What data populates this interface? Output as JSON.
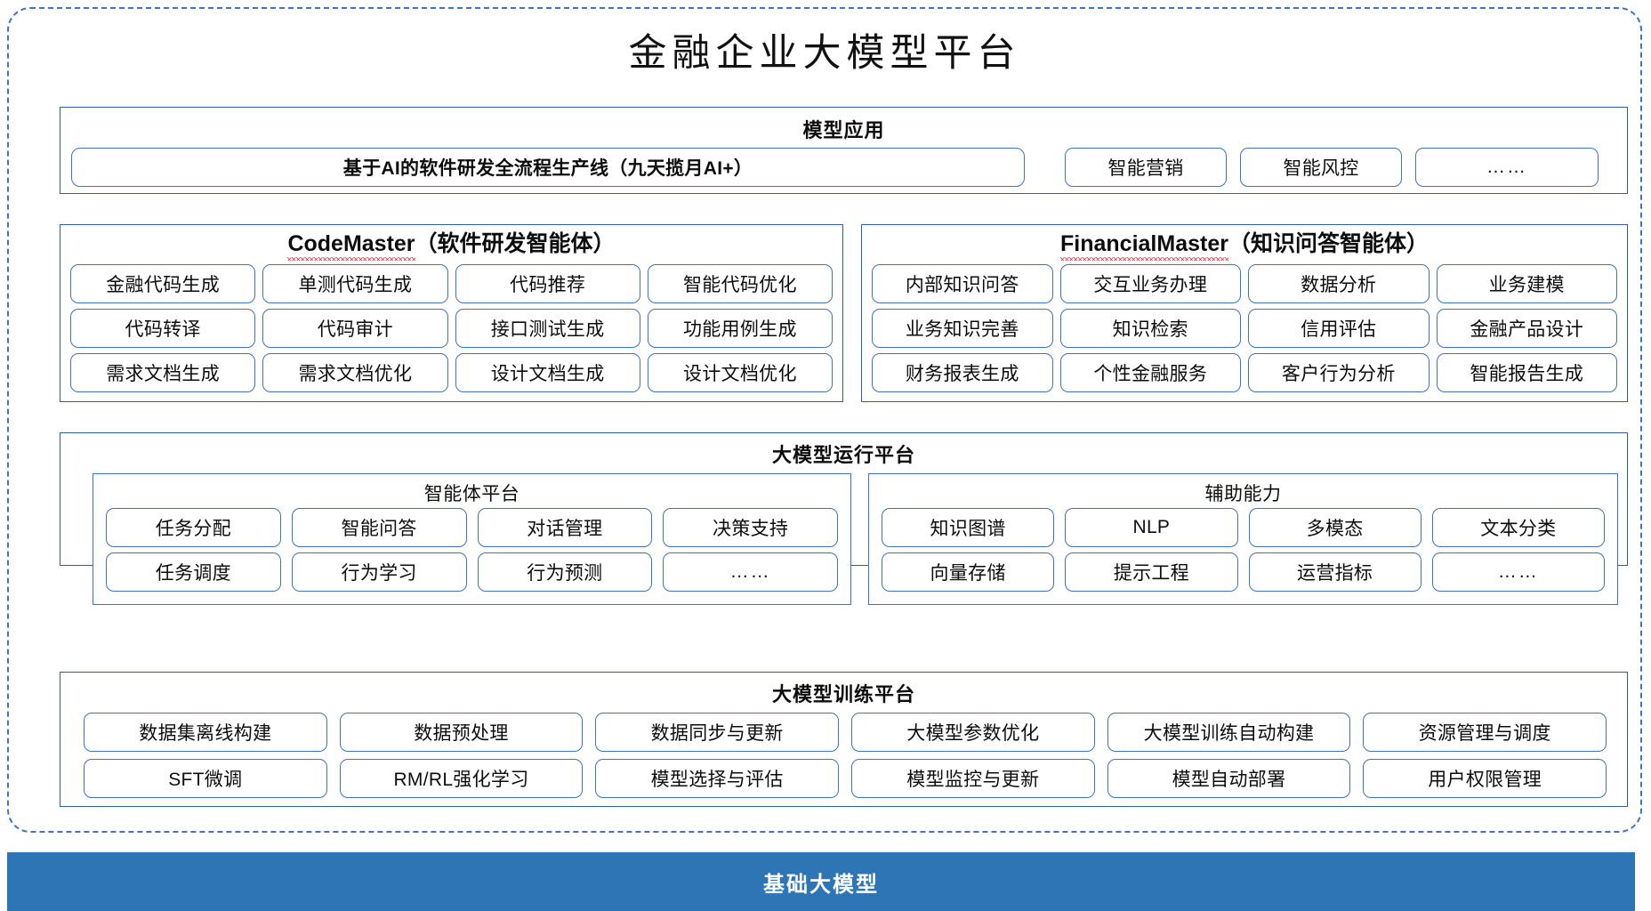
{
  "title": "金融企业大模型平台",
  "sections": {
    "apps": {
      "title": "模型应用",
      "banner": "基于AI的软件研发全流程生产线（九天揽月AI+）",
      "items": [
        "智能营销",
        "智能风控",
        "……"
      ]
    },
    "codemaster": {
      "name": "CodeMaster",
      "suffix": "（软件研发智能体）",
      "items": [
        "金融代码生成",
        "单测代码生成",
        "代码推荐",
        "智能代码优化",
        "代码转译",
        "代码审计",
        "接口测试生成",
        "功能用例生成",
        "需求文档生成",
        "需求文档优化",
        "设计文档生成",
        "设计文档优化"
      ]
    },
    "financialmaster": {
      "name": "FinancialMaster",
      "suffix": "（知识问答智能体）",
      "items": [
        "内部知识问答",
        "交互业务办理",
        "数据分析",
        "业务建模",
        "业务知识完善",
        "知识检索",
        "信用评估",
        "金融产品设计",
        "财务报表生成",
        "个性金融服务",
        "客户行为分析",
        "智能报告生成"
      ]
    },
    "runtime": {
      "title": "大模型运行平台",
      "agent_platform": {
        "title": "智能体平台",
        "items": [
          "任务分配",
          "智能问答",
          "对话管理",
          "决策支持",
          "任务调度",
          "行为学习",
          "行为预测",
          "……"
        ]
      },
      "auxiliary": {
        "title": "辅助能力",
        "items": [
          "知识图谱",
          "NLP",
          "多模态",
          "文本分类",
          "向量存储",
          "提示工程",
          "运营指标",
          "……"
        ]
      }
    },
    "training": {
      "title": "大模型训练平台",
      "items": [
        "数据集离线构建",
        "数据预处理",
        "数据同步与更新",
        "大模型参数优化",
        "大模型训练自动构建",
        "资源管理与调度",
        "SFT微调",
        "RM/RL强化学习",
        "模型选择与评估",
        "模型监控与更新",
        "模型自动部署",
        "用户权限管理"
      ]
    },
    "foundation": {
      "label": "基础大模型"
    }
  },
  "colors": {
    "accent_blue": "#2E75B6",
    "border_blue": "#3f72c0",
    "dashed_blue": "#4472C4",
    "spellcheck_red": "#e8262a"
  }
}
